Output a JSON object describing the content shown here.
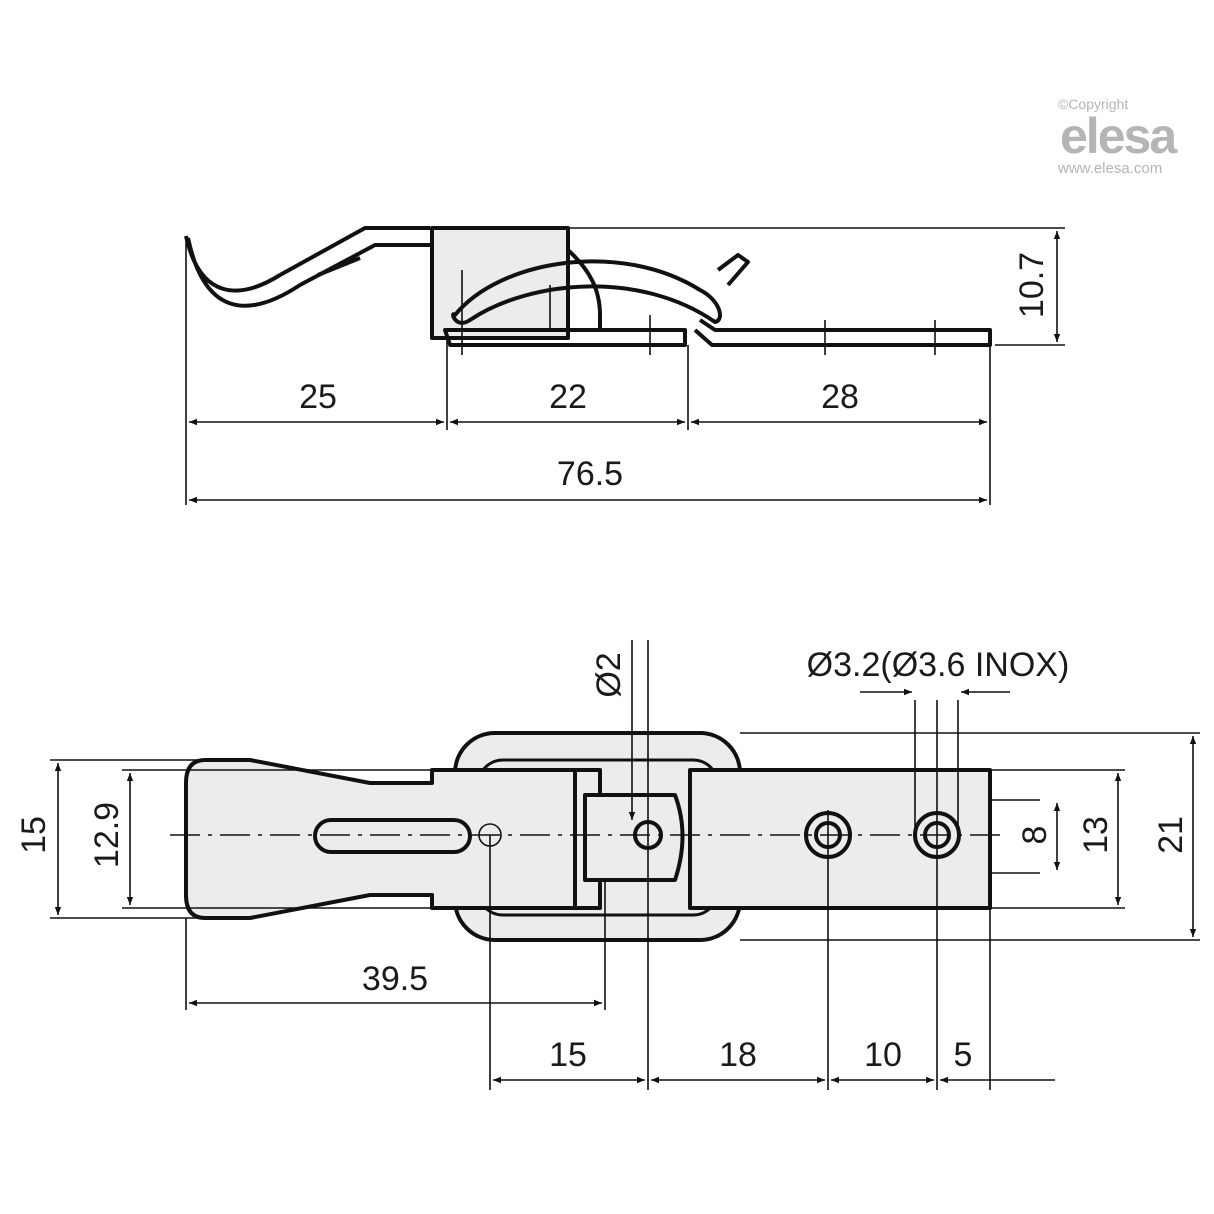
{
  "watermark": {
    "copyright": "©Copyright",
    "brand": "elesa",
    "url": "www.elesa.com"
  },
  "side_view": {
    "dims": {
      "d25": "25",
      "d22": "22",
      "d28": "28",
      "total": "76.5",
      "height": "10.7"
    }
  },
  "top_view": {
    "dims": {
      "d15_height": "15",
      "d12_9": "12.9",
      "d39_5": "39.5",
      "d15": "15",
      "d18": "18",
      "d10": "10",
      "d5": "5",
      "d8": "8",
      "d13": "13",
      "d21": "21",
      "hole_small": "Ø2",
      "hole_mount": "Ø3.2(Ø3.6 INOX)"
    }
  }
}
